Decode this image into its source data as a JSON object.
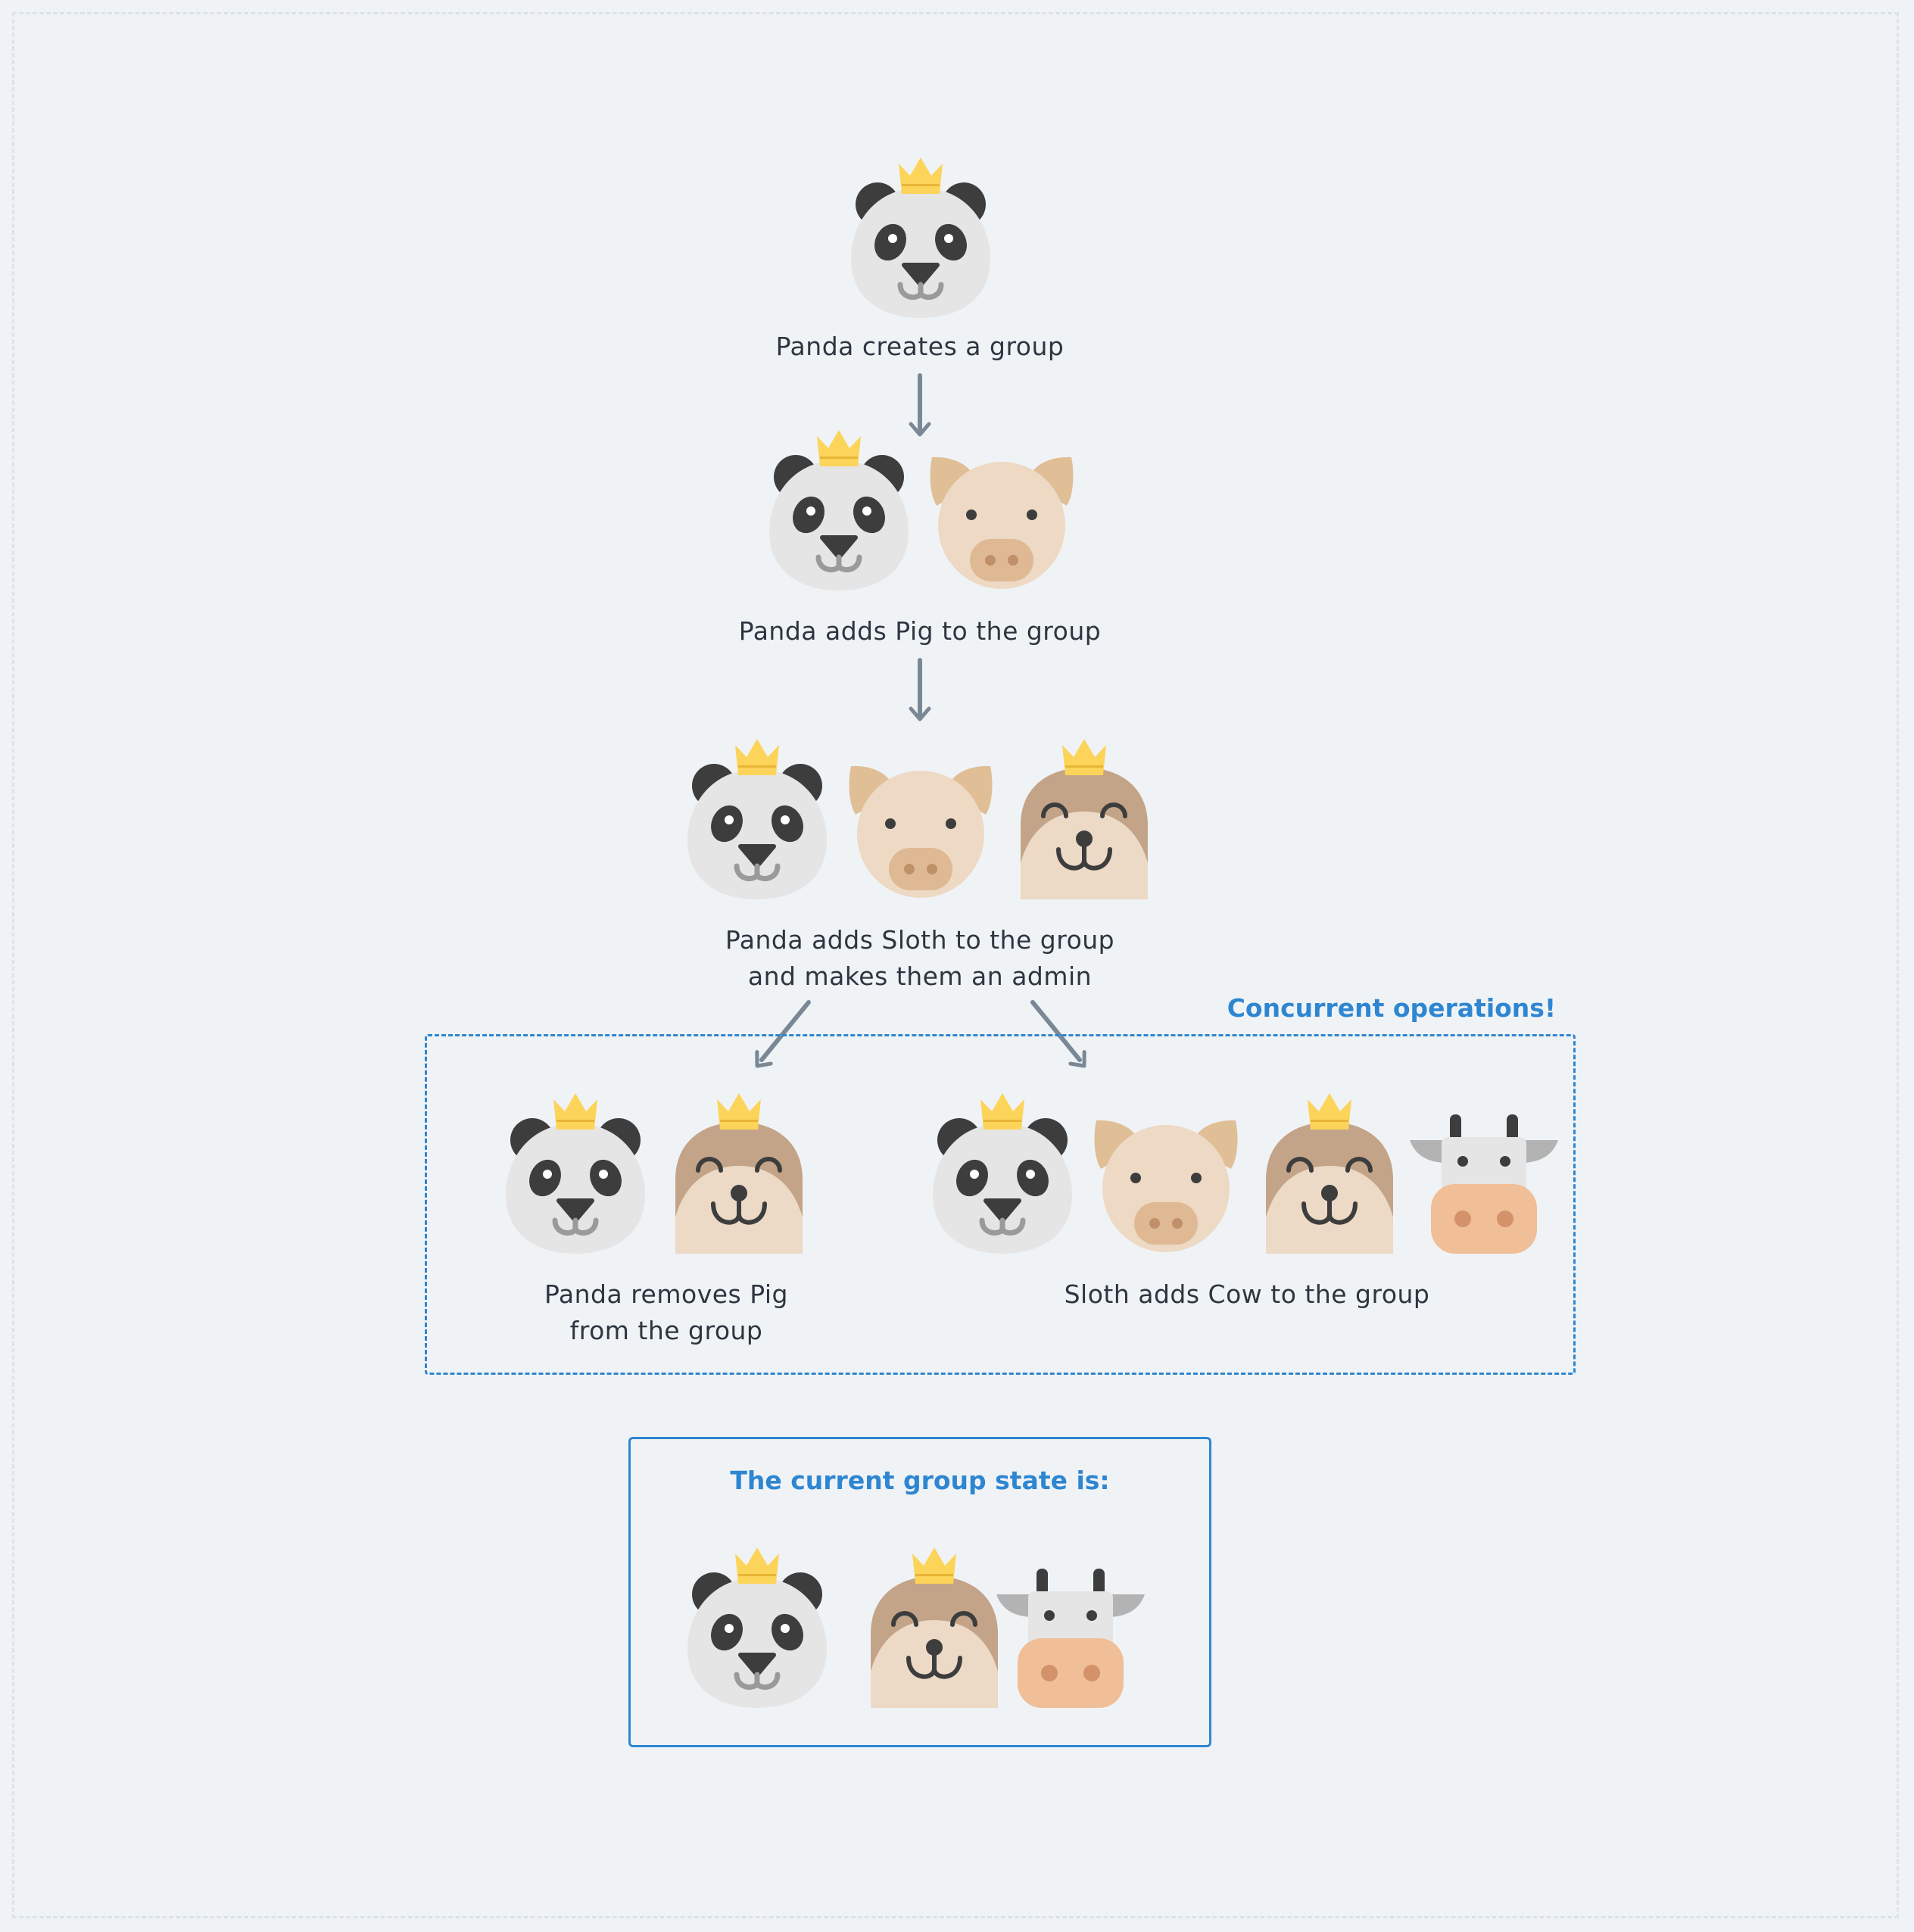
{
  "steps": [
    {
      "caption": "Panda creates a group",
      "members": [
        "panda-admin"
      ]
    },
    {
      "caption": "Panda adds Pig to the group",
      "members": [
        "panda-admin",
        "pig"
      ]
    },
    {
      "caption_lines": [
        "Panda adds Sloth to the group",
        "and makes them an admin"
      ],
      "members": [
        "panda-admin",
        "pig",
        "sloth-admin"
      ]
    }
  ],
  "concurrent": {
    "label": "Concurrent operations!",
    "left": {
      "caption_lines": [
        "Panda removes Pig",
        "from the group"
      ],
      "members": [
        "panda-admin",
        "sloth-admin"
      ]
    },
    "right": {
      "caption": "Sloth adds Cow to the group",
      "members": [
        "panda-admin",
        "pig",
        "sloth-admin",
        "cow"
      ]
    }
  },
  "current_state": {
    "title": "The current group state is:",
    "members": [
      "panda-admin",
      "sloth-admin",
      "cow"
    ]
  },
  "icons": {
    "admin_marker": "crown-icon",
    "animals": [
      "panda-icon",
      "pig-icon",
      "sloth-icon",
      "cow-icon"
    ]
  },
  "colors": {
    "accent": "#2e86d1",
    "arrow": "#7a8896",
    "crown": "#fcd45a",
    "text": "#2d3640",
    "background": "#f0f3f6"
  }
}
